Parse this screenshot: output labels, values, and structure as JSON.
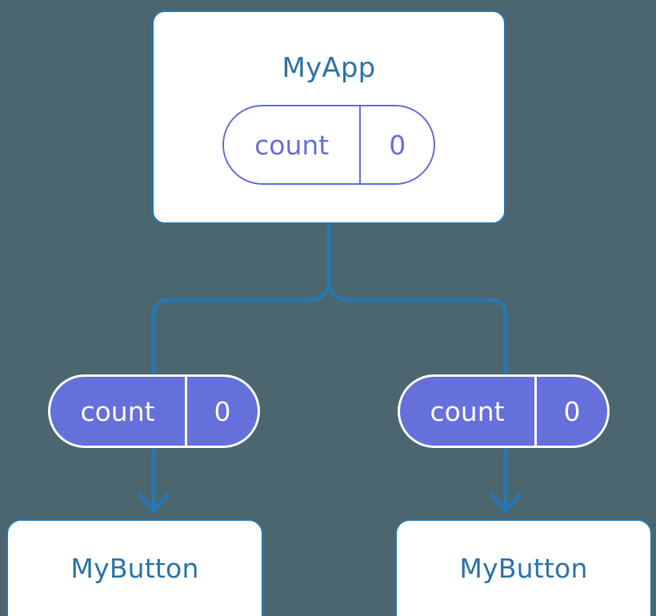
{
  "diagram": {
    "title_visible": false,
    "colors": {
      "background": "#4c666f",
      "connector_blue": "#2a77b0",
      "title_blue": "#2c74a8",
      "state_purple": "#6670db",
      "card_white": "#ffffff"
    },
    "root": {
      "name": "root-component",
      "label": "MyApp",
      "state": {
        "key": "count",
        "value": "0"
      }
    },
    "props": [
      {
        "key": "count",
        "value": "0",
        "side": "left"
      },
      {
        "key": "count",
        "value": "0",
        "side": "right"
      }
    ],
    "children": [
      {
        "label": "MyButton",
        "side": "left"
      },
      {
        "label": "MyButton",
        "side": "right"
      }
    ]
  }
}
